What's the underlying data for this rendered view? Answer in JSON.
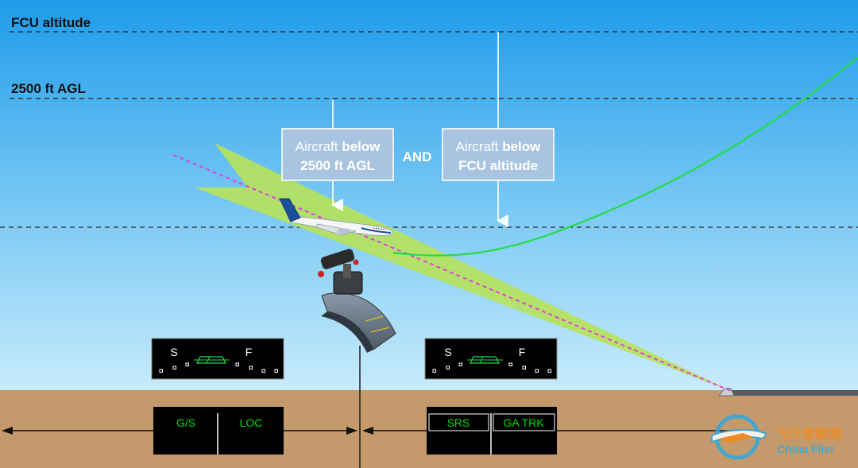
{
  "levels": {
    "fcu_altitude": "FCU altitude",
    "agl_2500": "2500 ft AGL"
  },
  "conditions": {
    "left": {
      "line1_prefix": "Aircraft ",
      "line1_bold": "below",
      "line2": "2500 ft AGL"
    },
    "connector": "AND",
    "right": {
      "line1_prefix": "Aircraft ",
      "line1_bold": "below",
      "line2": "FCU altitude"
    }
  },
  "pfd_before": {
    "speed_left": "S",
    "speed_right": "F"
  },
  "pfd_after": {
    "speed_left": "S",
    "speed_right": "F"
  },
  "fma_before": {
    "vertical_mode": "G/S",
    "lateral_mode": "LOC",
    "color": "#00dd00"
  },
  "fma_after": {
    "vertical_mode": "SRS",
    "lateral_mode": "GA TRK",
    "color": "#00dd00"
  },
  "watermark": {
    "text_cn": "飞行者联盟",
    "text_en": "China Flier"
  },
  "colors": {
    "sky_top": "#1e9bea",
    "sky_bottom": "#bde6fb",
    "ground": "#c49a6c",
    "beam": "#b7e25a",
    "glideslope": "#e040e0",
    "goaround_path": "#22dd44",
    "condition_box": "#a8c4e0"
  }
}
